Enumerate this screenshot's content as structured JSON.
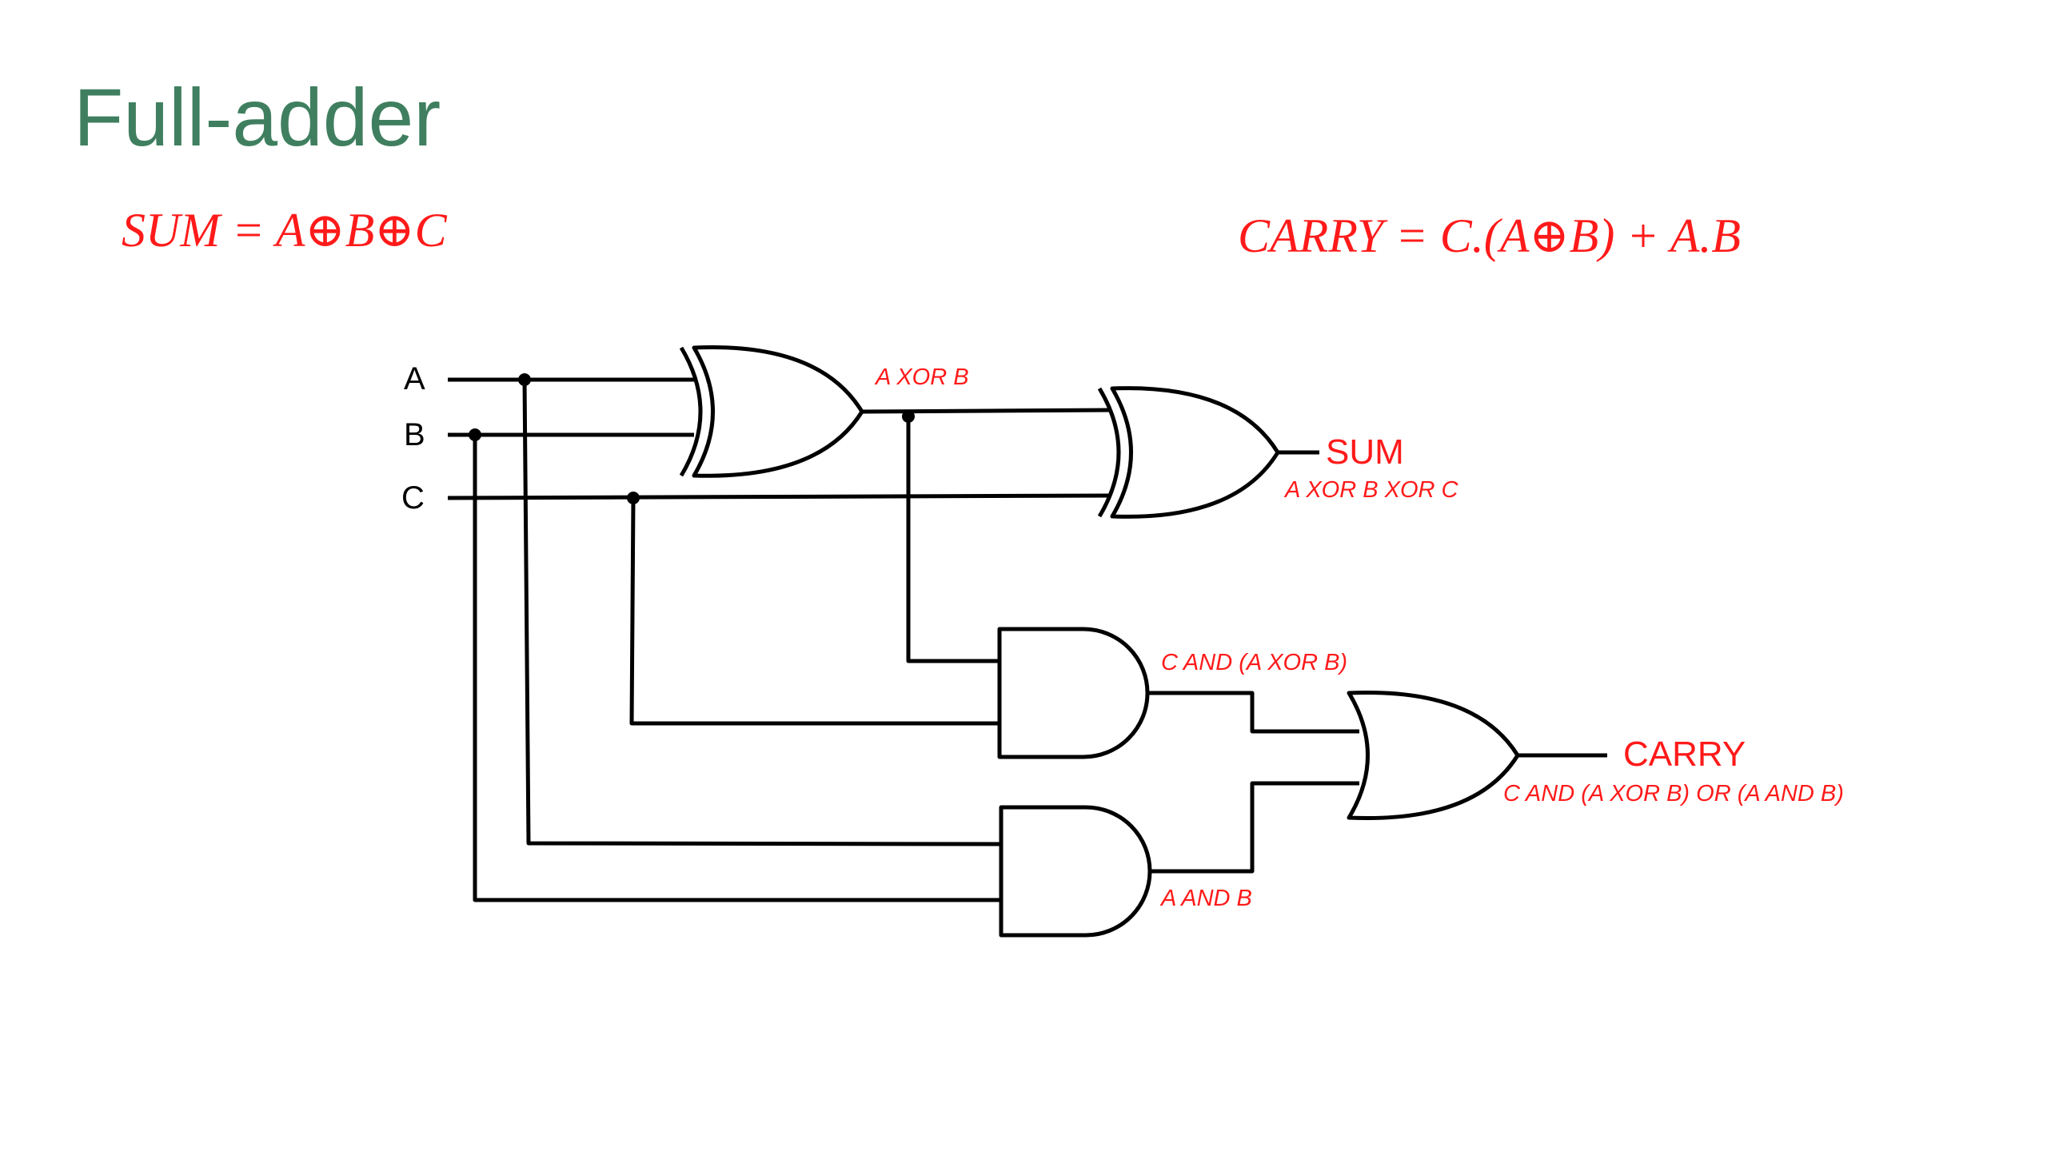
{
  "slide": {
    "title": "Full-adder",
    "sum_formula": "SUM = A⊕B⊕C",
    "carry_formula": "CARRY =  C.(A⊕B) + A.B"
  },
  "colors": {
    "title": "#3f7f5f",
    "formula": "#ff1a1a",
    "annotation": "#ff1a1a",
    "wire": "#000000"
  },
  "inputs": {
    "a": "A",
    "b": "B",
    "c": "C"
  },
  "outputs": {
    "sum": "SUM",
    "carry": "CARRY"
  },
  "annotations": {
    "xor1_out": "A XOR B",
    "xor2_out": "A XOR B XOR C",
    "and1_out": "C AND (A XOR B)",
    "and2_out": "A AND B",
    "or_out": "C AND (A XOR B) OR (A AND B)"
  },
  "gates": {
    "xor1": "xor-gate",
    "xor2": "xor-gate",
    "and1": "and-gate",
    "and2": "and-gate",
    "or1": "or-gate"
  }
}
